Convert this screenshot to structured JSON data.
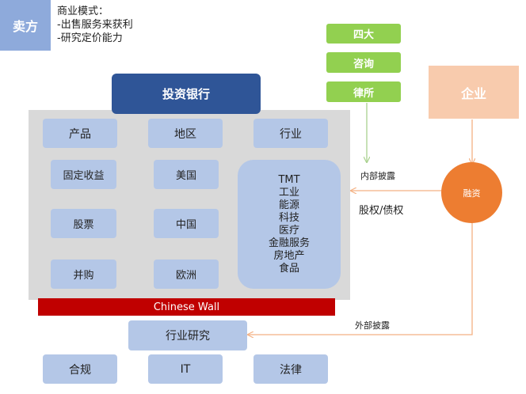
{
  "seller": {
    "title": "卖方",
    "notes": [
      "商业模式：",
      "-出售服务来获利",
      "-研究定价能力"
    ]
  },
  "advisors": [
    "四大",
    "咨询",
    "律所"
  ],
  "company": "企业",
  "financing": "融资",
  "bank": "投资银行",
  "categories": {
    "products": "产品",
    "regions": "地区",
    "industries": "行业"
  },
  "product_items": [
    "固定收益",
    "股票",
    "并购"
  ],
  "region_items": [
    "美国",
    "中国",
    "欧洲"
  ],
  "industry_items": [
    "TMT",
    "工业",
    "能源",
    "科技",
    "医疗",
    "金融服务",
    "房地产",
    "食品"
  ],
  "wall": "Chinese Wall",
  "research": "行业研究",
  "support": [
    "合规",
    "IT",
    "法律"
  ],
  "arrows": {
    "internal": "内部披露",
    "equity_debt": "股权/债权",
    "external": "外部披露"
  },
  "colors": {
    "light_blue": "#b4c7e7",
    "dark_blue": "#2f5597",
    "green": "#92d050",
    "orange": "#ed7d31",
    "peach": "#f8cbad",
    "red": "#c00000",
    "gray": "#d9d9d9"
  }
}
